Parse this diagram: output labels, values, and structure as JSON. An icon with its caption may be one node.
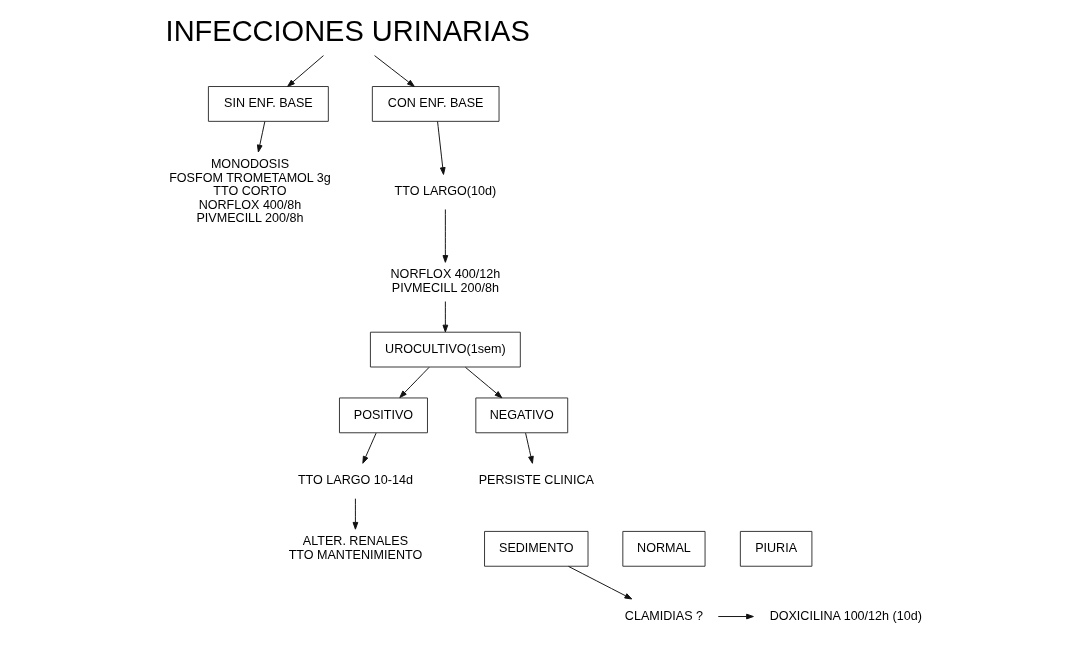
{
  "diagram": {
    "nodes": [
      {
        "text": [
          "INFECCIONES URINARIAS"
        ]
      },
      {
        "text": [
          "SIN ENF. BASE"
        ]
      },
      {
        "text": [
          "CON ENF. BASE"
        ]
      },
      {
        "text": [
          "MONODOSIS",
          "FOSFOM TROMETAMOL 3g",
          "TTO CORTO",
          "NORFLOX 400/8h",
          "PIVMECILL 200/8h"
        ]
      },
      {
        "text": [
          "TTO LARGO(10d)"
        ]
      },
      {
        "text": [
          "NORFLOX 400/12h",
          "PIVMECILL 200/8h"
        ]
      },
      {
        "text": [
          "UROCULTIVO(1sem)"
        ]
      },
      {
        "text": [
          "POSITIVO"
        ]
      },
      {
        "text": [
          "NEGATIVO"
        ]
      },
      {
        "text": [
          "TTO LARGO 10-14d"
        ]
      },
      {
        "text": [
          "ALTER. RENALES",
          "TTO MANTENIMIENTO"
        ]
      },
      {
        "text": [
          "PERSISTE CLINICA"
        ]
      },
      {
        "text": [
          "SEDIMENTO"
        ]
      },
      {
        "text": [
          "NORMAL"
        ]
      },
      {
        "text": [
          "PIURIA"
        ]
      },
      {
        "text": [
          "CLAMIDIAS ?"
        ]
      },
      {
        "text": [
          "DOXICILINA 100/12h (10d)"
        ]
      }
    ],
    "edges": [
      {
        "from": 0,
        "to": 1,
        "arrow": "to"
      },
      {
        "from": 0,
        "to": 2,
        "arrow": "to"
      },
      {
        "from": 1,
        "to": 3,
        "arrow": "to"
      },
      {
        "from": 2,
        "to": 4,
        "arrow": "to"
      },
      {
        "from": 4,
        "to": 5,
        "arrow": "to"
      },
      {
        "from": 5,
        "to": 6,
        "arrow": "to"
      },
      {
        "from": 6,
        "to": 7,
        "arrow": "to"
      },
      {
        "from": 6,
        "to": 8,
        "arrow": "to"
      },
      {
        "from": 7,
        "to": 9,
        "arrow": "to"
      },
      {
        "from": 9,
        "to": 10,
        "arrow": "to"
      },
      {
        "from": 8,
        "to": 11,
        "arrow": "to"
      },
      {
        "from": 12,
        "to": 15,
        "arrow": "to"
      },
      {
        "from": 15,
        "to": 16,
        "arrow": "to"
      }
    ]
  }
}
